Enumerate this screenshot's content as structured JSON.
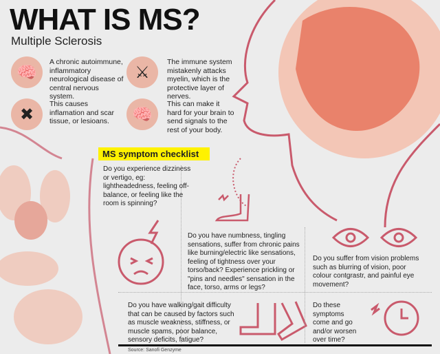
{
  "header": {
    "title": "WHAT IS MS?",
    "subtitle": "Multiple Sclerosis"
  },
  "facts": [
    {
      "icon": "brain-lightning-icon",
      "text": "A chronic autoimmune, inflammatory neurological disease of central nervous system."
    },
    {
      "icon": "crossed-swords-icon",
      "text": "The immune system mistakenly attacks myelin, which is the protective layer of nerves."
    },
    {
      "icon": "bandage-icon",
      "text": "This causes inflamation and scar tissue, or lesioans."
    },
    {
      "icon": "half-brain-circuit-icon",
      "text": "This can make it hard for your brain to send signals to the rest of your body."
    }
  ],
  "checklist": {
    "title": "MS symptom checklist",
    "questions": [
      "Do you experience dizziness or vertigo, eg: lightheadedness, feeling off-balance, or feeling like the room is spinning?",
      "Do you have numbness, tingling sensations, suffer from chronic pains like burning/electric like sensations, feeling of tightness over your torso/back? Experience prickling or \"pins and needles\" sensation in the face, torso, arms or legs?",
      "Do you suffer from vision problems such as blurring of vision, poor colour contgrastr, and painful eye movement?",
      "Do you have walking/gait difficulty that can be caused by factors such as muscle weakness, stiffness, or muscle spams, poor balance, sensory deficits, fatigue?",
      "Do these symptoms come and go and/or worsen over time?"
    ]
  },
  "source": "Source: Sanofi Genzyme",
  "colors": {
    "accent": "#c95a6c",
    "highlight": "#fff200",
    "brain": "#e9826b",
    "head": "#f3c6b6"
  }
}
